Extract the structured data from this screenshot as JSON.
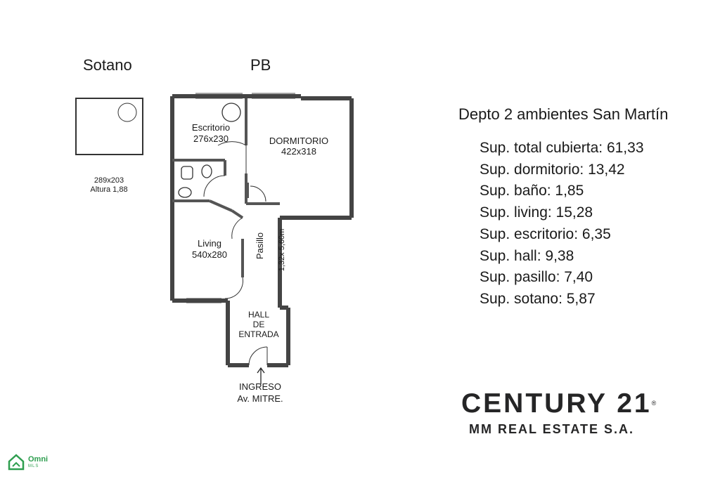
{
  "sections": {
    "basement_title": "Sotano",
    "ground_title": "PB"
  },
  "basement": {
    "size": "289x203",
    "height": "Altura 1,88"
  },
  "rooms": {
    "escritorio_name": "Escritorio",
    "escritorio_size": "276x230",
    "dormitorio_name": "DORMITORIO",
    "dormitorio_size": "422x318",
    "living_name": "Living",
    "living_size": "540x280",
    "pasillo_name": "Pasillo",
    "pasillo_size": "1,32x 5,60m",
    "hall_line1": "HALL",
    "hall_line2": "DE",
    "hall_line3": "ENTRADA"
  },
  "entrance": {
    "line1": "INGRESO",
    "line2": "Av. MITRE."
  },
  "summary": {
    "heading": "Depto 2 ambientes San Martín",
    "rows": [
      "Sup. total cubierta: 61,33",
      "Sup. dormitorio: 13,42",
      "Sup. baño: 1,85",
      "Sup. living: 15,28",
      "Sup. escritorio: 6,35",
      "Sup. hall: 9,38",
      "Sup. pasillo: 7,40",
      "Sup. sotano: 5,87"
    ]
  },
  "brand": {
    "name": "CENTURY 21",
    "registered": "®",
    "subtitle": "MM REAL ESTATE S.A."
  },
  "watermark": {
    "line1": "Omni",
    "line2": "MLS",
    "icon": "house-icon",
    "color": "#2e9e4f"
  }
}
